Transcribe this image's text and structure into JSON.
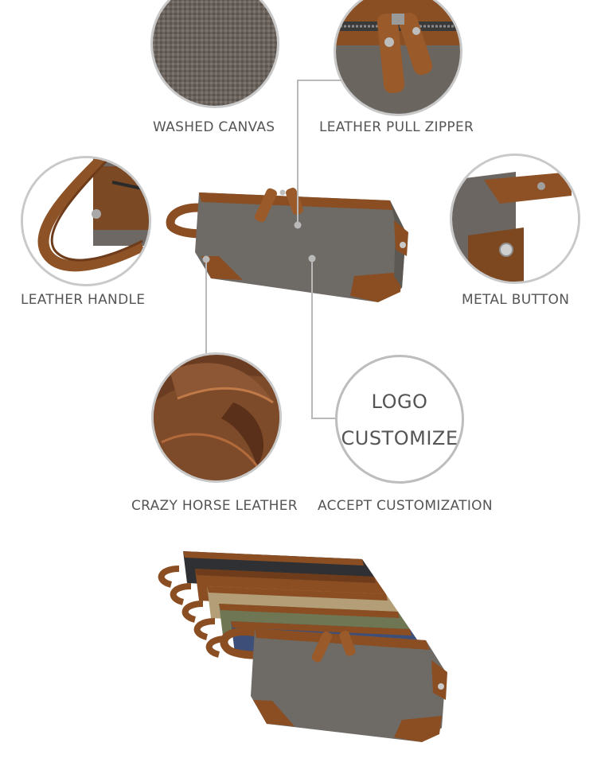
{
  "labels": {
    "washed_canvas": "WASHED CANVAS",
    "leather_pull_zipper": "LEATHER PULL ZIPPER",
    "leather_handle": "LEATHER HANDLE",
    "metal_button": "METAL BUTTON",
    "crazy_horse_leather": "CRAZY HORSE LEATHER",
    "accept_customization": "ACCEPT CUSTOMIZATION"
  },
  "logo_circle": {
    "line1": "LOGO",
    "line2": "CUSTOMIZE"
  },
  "colors": {
    "canvas_gray": "#6e6a66",
    "leather_brown": "#8a4e22",
    "leather_dark": "#5e3216",
    "label_text": "#555555",
    "circle_border": "#c9c9c9",
    "navy_canvas": "#3d4f78",
    "olive_canvas": "#6f7654",
    "khaki_canvas": "#b39e78",
    "black_canvas": "#2f3033"
  }
}
